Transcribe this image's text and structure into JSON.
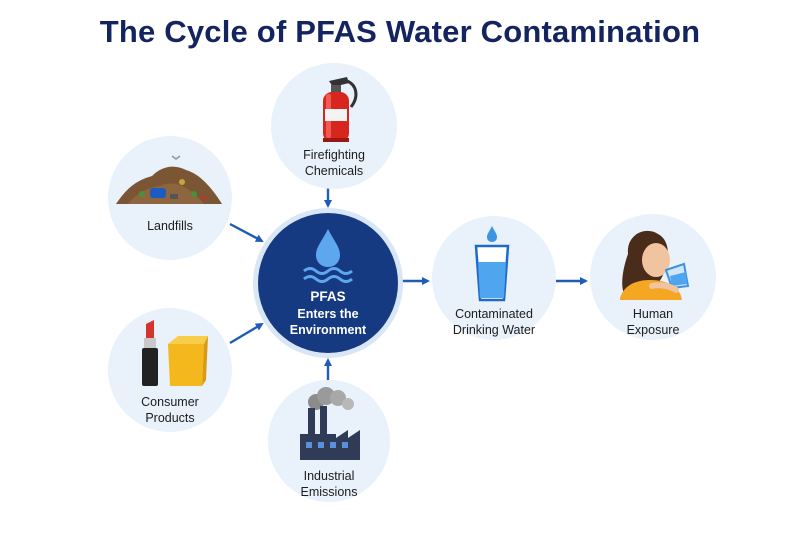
{
  "title": "The Cycle of PFAS Water Contamination",
  "colors": {
    "title": "#14245e",
    "node_bg": "#e9f1fb",
    "center_bg": "#163a82",
    "arrow": "#1f5cb8"
  },
  "center": {
    "line1": "PFAS",
    "line2": "Enters the",
    "line3": "Environment",
    "icon": "water-drop-waves-icon"
  },
  "nodes": {
    "firefighting": {
      "line1": "Firefighting",
      "line2": "Chemicals",
      "icon": "fire-extinguisher-icon"
    },
    "landfills": {
      "line1": "Landfills",
      "icon": "landfill-pile-icon"
    },
    "consumer": {
      "line1": "Consumer",
      "line2": "Products",
      "icon": "lipstick-container-icon"
    },
    "industrial": {
      "line1": "Industrial",
      "line2": "Emissions",
      "icon": "factory-smoke-icon"
    },
    "drinking": {
      "line1": "Contaminated",
      "line2": "Drinking Water",
      "icon": "glass-of-water-icon"
    },
    "human": {
      "line1": "Human",
      "line2": "Exposure",
      "icon": "person-drinking-icon"
    }
  }
}
